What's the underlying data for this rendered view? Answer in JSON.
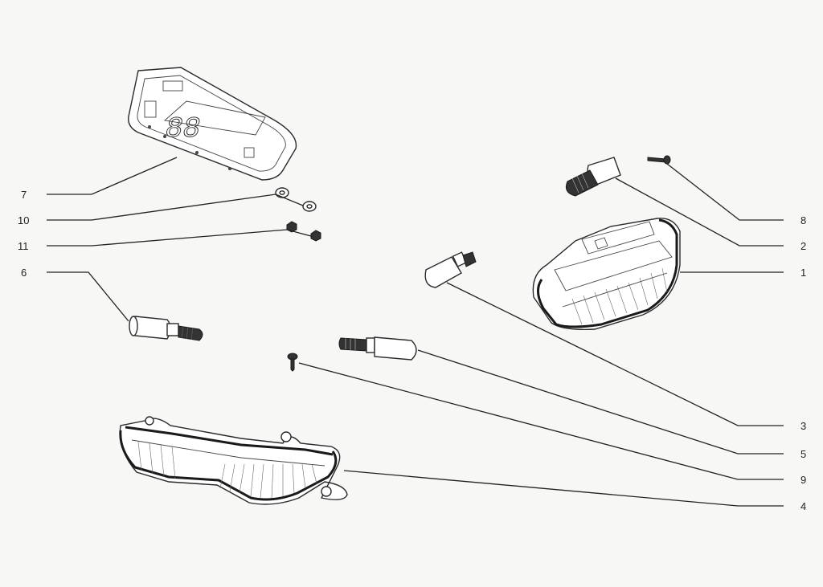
{
  "callouts": [
    "7",
    "10",
    "11",
    "6",
    "8",
    "2",
    "1",
    "3",
    "5",
    "9",
    "4"
  ],
  "colors": {
    "background": "#f7f7f5",
    "ink": "#222222"
  },
  "parts": [
    {
      "callout": "1",
      "icon": "headlight-housing-icon"
    },
    {
      "callout": "2",
      "icon": "bulb-socket-icon"
    },
    {
      "callout": "3",
      "icon": "bulb-icon"
    },
    {
      "callout": "4",
      "icon": "rear-lamp-icon"
    },
    {
      "callout": "5",
      "icon": "bulb-icon"
    },
    {
      "callout": "6",
      "icon": "bulb-icon"
    },
    {
      "callout": "7",
      "icon": "instrument-cluster-icon"
    },
    {
      "callout": "8",
      "icon": "screw-icon"
    },
    {
      "callout": "9",
      "icon": "screw-icon"
    },
    {
      "callout": "10",
      "icon": "washer-icon"
    },
    {
      "callout": "11",
      "icon": "nut-icon"
    }
  ]
}
